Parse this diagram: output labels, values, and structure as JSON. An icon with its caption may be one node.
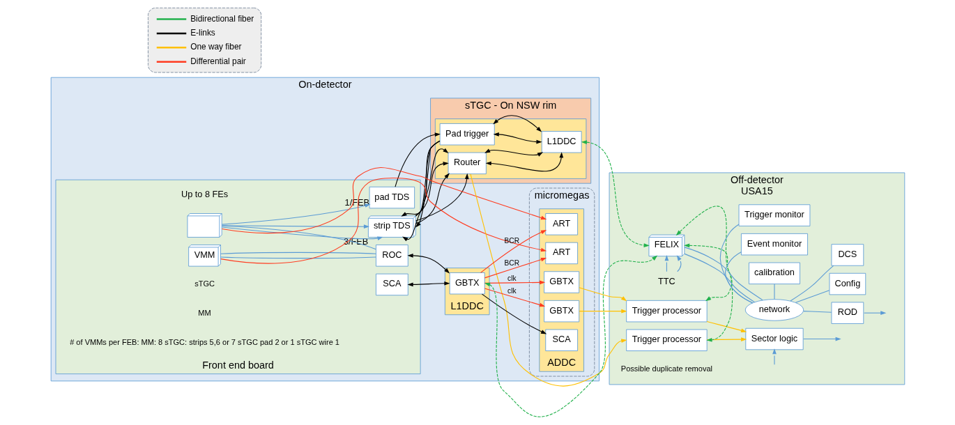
{
  "diagram": {
    "nodes": [
      {
        "text": [
          "On-detector"
        ]
      },
      {
        "text": [
          "Front end board"
        ],
        "in": 0,
        "beside": [
          "Up to 8 FEs"
        ]
      },
      {
        "text": [
          "pad TDS"
        ],
        "in": 1,
        "beside": [
          "1/FEB"
        ]
      },
      {
        "text": [
          "strip TDS"
        ],
        "in": 1,
        "beside": [
          "3/FEB"
        ]
      },
      {
        "text": [],
        "shape": "box",
        "in": 1
      },
      {
        "text": [
          "VMM"
        ],
        "in": 1
      },
      {
        "text": [
          "ROC"
        ],
        "in": 1
      },
      {
        "text": [
          "SCA"
        ],
        "in": 1
      },
      {
        "text": [
          "sTGC - On NSW rim"
        ],
        "in": 0
      },
      {
        "text": [],
        "shape": "box",
        "in": 8
      },
      {
        "text": [
          "Pad trigger"
        ],
        "in": 9
      },
      {
        "text": [
          "Router"
        ],
        "in": 9
      },
      {
        "text": [
          "L1DDC"
        ],
        "in": 9
      },
      {
        "text": [
          "micromegas"
        ],
        "in": 0
      },
      {
        "text": [
          "ADDC"
        ],
        "in": 13
      },
      {
        "text": [
          "ART"
        ],
        "in": 14
      },
      {
        "text": [
          "ART"
        ],
        "in": 14
      },
      {
        "text": [
          "SCA"
        ],
        "in": 14
      },
      {
        "text": [
          "GBTX"
        ],
        "in": 14
      },
      {
        "text": [
          "GBTX"
        ],
        "in": 14
      },
      {
        "text": [
          "L1DDC"
        ],
        "in": 0
      },
      {
        "text": [
          "GBTX"
        ],
        "in": 20
      },
      {
        "text": [
          "Off-detector",
          "USA15"
        ]
      },
      {
        "text": [
          "Trigger processor"
        ],
        "in": 22
      },
      {
        "text": [
          "Trigger processor"
        ],
        "in": 22
      },
      {
        "text": [
          "Sector logic"
        ],
        "in": 22
      },
      {
        "text": [
          "FELIX"
        ],
        "in": 22
      },
      {
        "text": [
          "network"
        ],
        "in": 22
      },
      {
        "text": [
          "Event monitor"
        ],
        "in": 22
      },
      {
        "text": [
          "ROD"
        ],
        "in": 22
      },
      {
        "text": [
          "Config"
        ],
        "in": 22
      },
      {
        "text": [
          "calibration"
        ],
        "in": 22
      },
      {
        "text": [
          "Trigger monitor"
        ],
        "in": 22
      },
      {
        "text": [
          "DCS"
        ],
        "in": 22
      },
      {
        "text": [
          "TTC"
        ],
        "in": 22
      }
    ],
    "edges": [
      {
        "from": 2,
        "to": 10,
        "arrow": "to",
        "color": "#000000"
      },
      {
        "from": 10,
        "to": 3,
        "arrow": "to",
        "color": "#000000"
      },
      {
        "from": 10,
        "to": 3,
        "arrow": "to",
        "color": "#000000"
      },
      {
        "from": 10,
        "to": 3,
        "arrow": "to",
        "color": "#000000"
      },
      {
        "from": 3,
        "to": 11,
        "arrow": "to",
        "color": "#000000"
      },
      {
        "from": 3,
        "to": 11,
        "arrow": "to",
        "color": "#000000"
      },
      {
        "from": 3,
        "to": 11,
        "arrow": "to",
        "color": "#000000"
      },
      {
        "from": 3,
        "to": 11,
        "arrow": "to",
        "color": "#000000"
      },
      {
        "from": 10,
        "to": 12,
        "arrow": "both",
        "color": "#000000"
      },
      {
        "from": 10,
        "to": 12,
        "arrow": "both",
        "color": "#000000"
      },
      {
        "from": 11,
        "to": 12,
        "arrow": "both",
        "color": "#000000"
      },
      {
        "from": 11,
        "to": 12,
        "arrow": "both",
        "color": "#000000"
      },
      {
        "from": 4,
        "to": 2,
        "arrow": "to",
        "color": "#5b9bd5"
      },
      {
        "from": 4,
        "to": 3,
        "arrow": "to",
        "color": "#5b9bd5"
      },
      {
        "from": 4,
        "to": 3,
        "arrow": "to",
        "color": "#5b9bd5"
      },
      {
        "from": 4,
        "to": 6,
        "arrow": "none",
        "color": "#5b9bd5"
      },
      {
        "from": 5,
        "to": 6,
        "arrow": "none",
        "color": "#5b9bd5"
      },
      {
        "from": 5,
        "to": 6,
        "arrow": "none",
        "color": "#5b9bd5"
      },
      {
        "from": 4,
        "to": 15,
        "arrow": "to",
        "color": "#ff3b1f"
      },
      {
        "from": 5,
        "to": 16,
        "arrow": "to",
        "color": "#ff3b1f"
      },
      {
        "from": 21,
        "to": 15,
        "label": "BCR",
        "arrow": "to",
        "color": "#ff3b1f"
      },
      {
        "from": 21,
        "to": 16,
        "label": "BCR",
        "arrow": "to",
        "color": "#ff3b1f"
      },
      {
        "from": 21,
        "to": 17,
        "arrow": "to",
        "color": "#000000"
      },
      {
        "from": 21,
        "to": 18,
        "label": "clk",
        "arrow": "to",
        "color": "#ff3b1f"
      },
      {
        "from": 21,
        "to": 19,
        "label": "clk",
        "arrow": "to",
        "color": "#ff3b1f"
      },
      {
        "from": 21,
        "to": 6,
        "arrow": "both",
        "color": "#000000"
      },
      {
        "from": 21,
        "to": 7,
        "arrow": "both",
        "color": "#000000"
      },
      {
        "from": 11,
        "to": 23,
        "arrow": "to",
        "color": "#ffc000"
      },
      {
        "from": 18,
        "to": 24,
        "arrow": "to",
        "color": "#ffc000"
      },
      {
        "from": 19,
        "to": 24,
        "arrow": "to",
        "color": "#ffc000"
      },
      {
        "from": 23,
        "to": 25,
        "arrow": "to",
        "color": "#ffc000"
      },
      {
        "from": 24,
        "to": 25,
        "arrow": "to",
        "color": "#ffc000"
      },
      {
        "from": 26,
        "to": 12,
        "arrow": "both",
        "style": "dashed",
        "color": "#22b14c"
      },
      {
        "from": 26,
        "to": 21,
        "arrow": "both",
        "style": "dashed",
        "color": "#22b14c"
      },
      {
        "from": 26,
        "to": 23,
        "arrow": "both",
        "style": "dashed",
        "color": "#22b14c"
      },
      {
        "from": 26,
        "to": 24,
        "arrow": "both",
        "style": "dashed",
        "color": "#22b14c"
      },
      {
        "from": 25,
        "to": null,
        "arrow": "to",
        "color": "#5b9bd5"
      },
      {
        "from": null,
        "to": 25,
        "arrow": "to",
        "color": "#5b9bd5"
      },
      {
        "from": 29,
        "to": null,
        "arrow": "to",
        "color": "#5b9bd5"
      },
      {
        "from": 34,
        "to": 26,
        "arrow": "to",
        "color": "#5b9bd5"
      },
      {
        "from": 34,
        "to": 26,
        "arrow": "to",
        "color": "#5b9bd5"
      },
      {
        "from": 26,
        "to": 27,
        "arrow": "none",
        "color": "#5b9bd5"
      },
      {
        "from": 26,
        "to": 27,
        "arrow": "none",
        "color": "#5b9bd5"
      },
      {
        "from": 27,
        "to": 28,
        "arrow": "none",
        "color": "#5b9bd5"
      },
      {
        "from": 27,
        "to": 29,
        "arrow": "none",
        "color": "#5b9bd5"
      },
      {
        "from": 27,
        "to": 30,
        "arrow": "none",
        "color": "#5b9bd5"
      },
      {
        "from": 27,
        "to": 31,
        "arrow": "none",
        "color": "#5b9bd5"
      },
      {
        "from": 27,
        "to": 32,
        "arrow": "none",
        "color": "#5b9bd5"
      },
      {
        "from": 27,
        "to": 33,
        "arrow": "none",
        "color": "#5b9bd5"
      }
    ],
    "labels": [
      "sTGC",
      "MM",
      "# of VMMs per FEB: MM: 8 sTGC: strips 5,6 or 7 sTGC pad 2 or 1 sTGC wire 1",
      "Possible duplicate removal"
    ],
    "legend": [
      {
        "text": "Bidirectional fiber"
      },
      {
        "text": "E-links"
      },
      {
        "text": "One way fiber"
      },
      {
        "text": "Differential pair"
      }
    ]
  }
}
